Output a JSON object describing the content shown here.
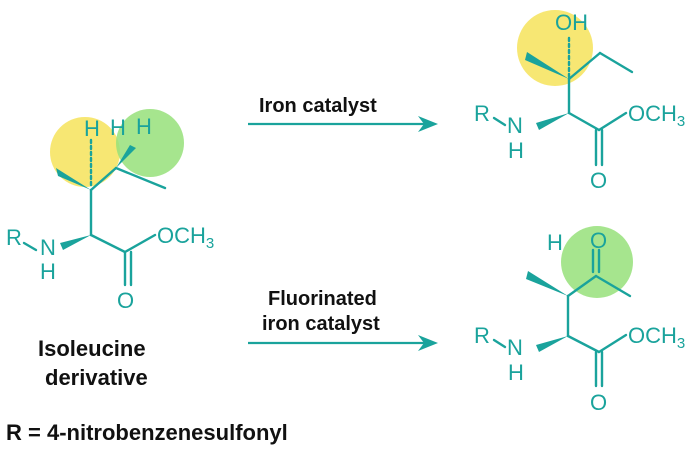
{
  "colors": {
    "bond": "#1aa39c",
    "highlight_yellow": "#f6e35a",
    "highlight_green": "#96e07a",
    "text": "#111111"
  },
  "atoms": {
    "H": "H",
    "R": "R",
    "N": "N",
    "O": "O",
    "OH": "OH",
    "OCH": "OCH",
    "three": "3"
  },
  "reactions": {
    "top": {
      "label": "Iron catalyst"
    },
    "bottom": {
      "label_line1": "Fluorinated",
      "label_line2": "iron catalyst"
    }
  },
  "starting_material": {
    "name_line1": "Isoleucine",
    "name_line2": "derivative"
  },
  "footnote": "R = 4-nitrobenzenesulfonyl"
}
